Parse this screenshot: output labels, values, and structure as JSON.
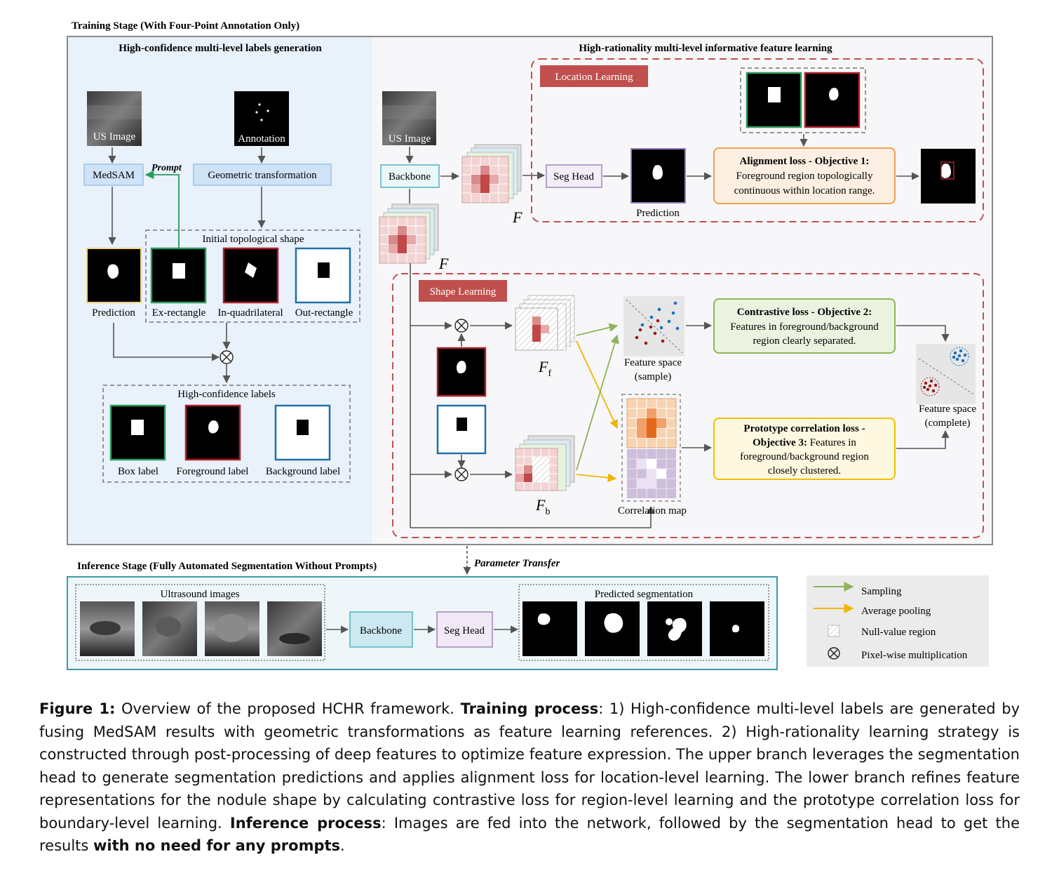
{
  "training": {
    "stage_title": "Training Stage (With Four-Point Annotation Only)",
    "left_title": "High-confidence multi-level labels generation",
    "right_title": "High-rationality multi-level informative feature learning",
    "us_image": "US Image",
    "annotation": "Annotation",
    "medsam": "MedSAM",
    "prompt": "Prompt",
    "geometric": "Geometric transformation",
    "initial_shape": "Initial topological shape",
    "prediction": "Prediction",
    "ex_rectangle": "Ex-rectangle",
    "in_quadrilateral": "In-quadrilateral",
    "out_rectangle": "Out-rectangle",
    "high_conf_labels": "High-confidence labels",
    "box_label": "Box label",
    "foreground_label": "Foreground label",
    "background_label": "Background label",
    "backbone": "Backbone",
    "seg_head": "Seg Head",
    "feature_F": "F",
    "location_learning": "Location Learning",
    "shape_learning": "Shape Learning",
    "alignment_title": "Alignment loss - Objective 1:",
    "alignment_l1": "Foreground region topologically",
    "alignment_l2": "continuous within location range.",
    "contrastive_title": "Contrastive loss - Objective 2:",
    "contrastive_l1": "Features in foreground/background",
    "contrastive_l2": "region clearly separated.",
    "prototype_title1": "Prototype correlation loss -",
    "prototype_title2": "Objective 3:",
    "prototype_l1": "Features in",
    "prototype_l2": "foreground/background region",
    "prototype_l3": "closely clustered.",
    "Ff_main": "F",
    "Ff_sub": "f",
    "Fb_main": "F",
    "Fb_sub": "b",
    "feature_space_sample_1": "Feature space",
    "feature_space_sample_2": "(sample)",
    "feature_space_complete_1": "Feature space",
    "feature_space_complete_2": "(complete)",
    "correlation_map": "Correlation map"
  },
  "transfer": "Parameter Transfer",
  "inference": {
    "stage_title": "Inference Stage (Fully Automated Segmentation Without Prompts)",
    "ultrasound_images": "Ultrasound images",
    "backbone": "Backbone",
    "seg_head": "Seg Head",
    "predicted_segmentation": "Predicted segmentation"
  },
  "legend": {
    "sampling": "Sampling",
    "average_pooling": "Average pooling",
    "null_value": "Null-value region",
    "pixel_mult": "Pixel-wise multiplication"
  },
  "colors": {
    "sampling": "#8fb35a",
    "average_pooling": "#f0b400",
    "green_frame": "#2a9a5a",
    "red_frame": "#b0202a",
    "blue_frame": "#1f6fa8",
    "dashed_red": "#c0504d",
    "tag_red": "#c0504d"
  },
  "caption": {
    "fig": "Figure 1:",
    "t1": " Overview of the proposed HCHR framework. ",
    "b1": "Training process",
    "t2": ": 1) High-confidence multi-level labels are generated by fusing MedSAM results with geometric transformations as feature learning references. 2) High-rationality learning strategy is constructed through post-processing of deep features to optimize feature expression. The upper branch leverages the segmentation head to generate segmentation predictions and applies alignment loss for location-level learning. The lower branch refines feature representations for the nodule shape by calculating contrastive loss for region-level learning and the prototype correlation loss for boundary-level learning. ",
    "b2": "Inference process",
    "t3": ": Images are fed into the network, followed by the segmentation head to get the results ",
    "b3": "with no need for any prompts",
    "t4": "."
  }
}
